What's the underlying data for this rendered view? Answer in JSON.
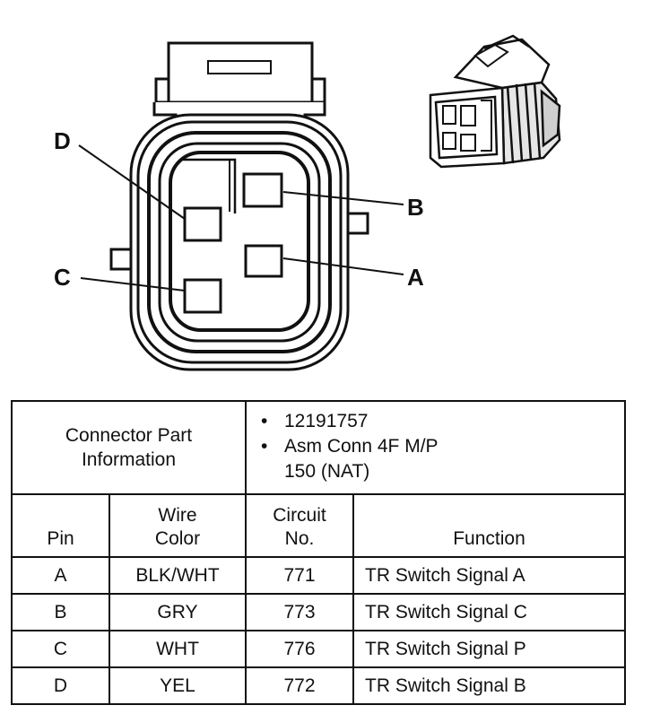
{
  "diagram": {
    "pin_callouts": [
      {
        "pin": "A"
      },
      {
        "pin": "B"
      },
      {
        "pin": "C"
      },
      {
        "pin": "D"
      }
    ]
  },
  "table": {
    "connector_header": "Connector Part Information",
    "part_info": [
      "12191757",
      "Asm Conn 4F M/P",
      "150 (NAT)"
    ],
    "columns": {
      "pin": "Pin",
      "wire_color": "Wire Color",
      "circuit_no": "Circuit No.",
      "function": "Function"
    },
    "rows": [
      {
        "pin": "A",
        "wire_color": "BLK/WHT",
        "circuit": "771",
        "function": "TR Switch Signal A"
      },
      {
        "pin": "B",
        "wire_color": "GRY",
        "circuit": "773",
        "function": "TR Switch Signal C"
      },
      {
        "pin": "C",
        "wire_color": "WHT",
        "circuit": "776",
        "function": "TR Switch Signal P"
      },
      {
        "pin": "D",
        "wire_color": "YEL",
        "circuit": "772",
        "function": "TR Switch Signal B"
      }
    ]
  }
}
